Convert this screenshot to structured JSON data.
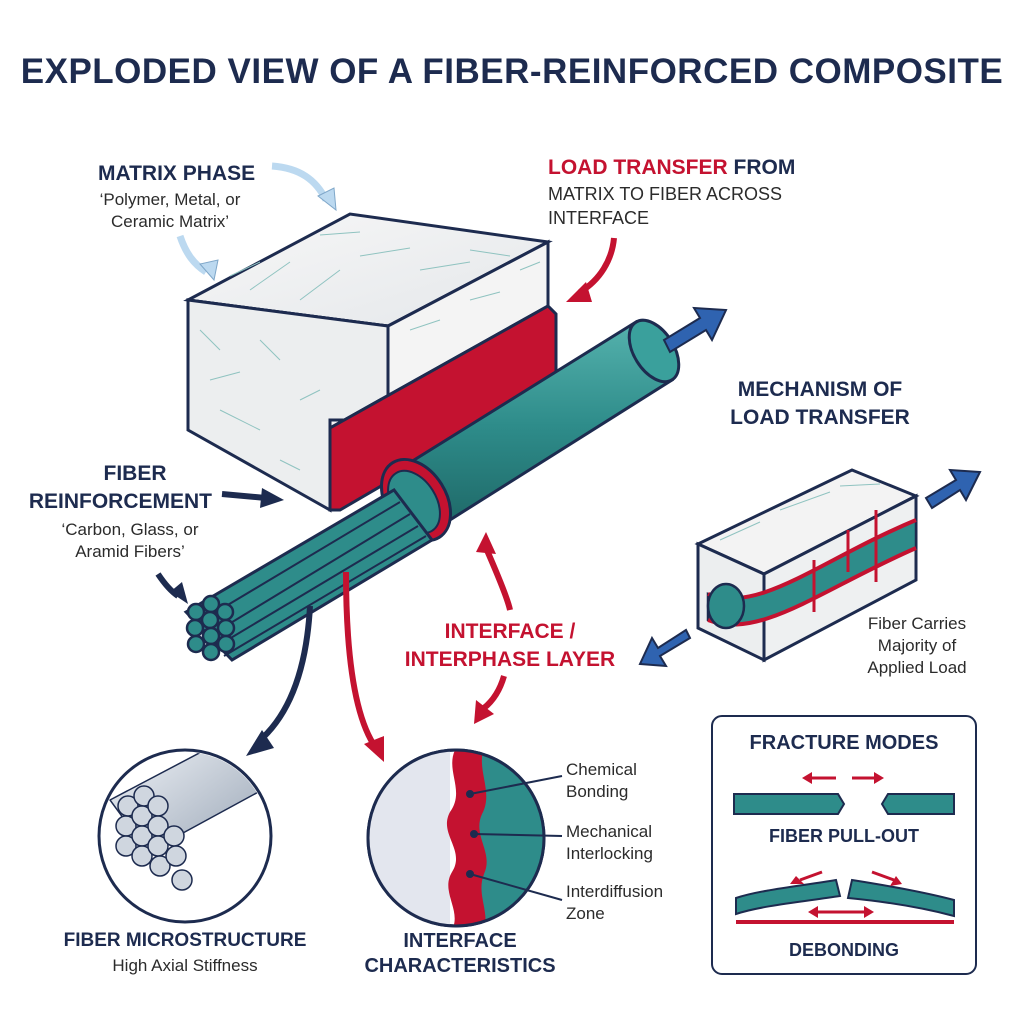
{
  "title": "EXPLODED VIEW OF A FIBER-REINFORCED COMPOSITE",
  "matrix": {
    "heading": "MATRIX PHASE",
    "desc_line1": "‘Polymer, Metal, or",
    "desc_line2": "Ceramic Matrix’"
  },
  "load_transfer": {
    "highlight": "LOAD TRANSFER",
    "heading_rest": " FROM",
    "line2": "MATRIX TO FIBER ACROSS",
    "line3": "INTERFACE"
  },
  "fiber": {
    "heading_line1": "FIBER",
    "heading_line2": "REINFORCEMENT",
    "desc_line1": "‘Carbon, Glass, or",
    "desc_line2": "Aramid Fibers’"
  },
  "mechanism": {
    "heading_line1": "MECHANISM OF",
    "heading_line2": "LOAD TRANSFER",
    "note_line1": "Fiber Carries",
    "note_line2": "Majority of",
    "note_line3": "Applied Load"
  },
  "interface_layer": {
    "line1": "INTERFACE /",
    "line2": "INTERPHASE LAYER"
  },
  "microstructure": {
    "heading": "FIBER MICROSTRUCTURE",
    "desc": "High Axial Stiffness"
  },
  "interface_characteristics": {
    "heading_line1": "INTERFACE",
    "heading_line2": "CHARACTERISTICS",
    "labels": [
      {
        "line1": "Chemical",
        "line2": "Bonding"
      },
      {
        "line1": "Mechanical",
        "line2": "Interlocking"
      },
      {
        "line1": "Interdiffusion",
        "line2": "Zone"
      }
    ]
  },
  "fracture": {
    "heading": "FRACTURE MODES",
    "mode1": "FIBER PULL-OUT",
    "mode2": "DEBONDING"
  },
  "colors": {
    "navy": "#1d2b4f",
    "red": "#c41230",
    "teal": "#2e8c8a",
    "blue_arrow": "#2f63b0",
    "light_blue_arrow": "#bcd9f0"
  }
}
